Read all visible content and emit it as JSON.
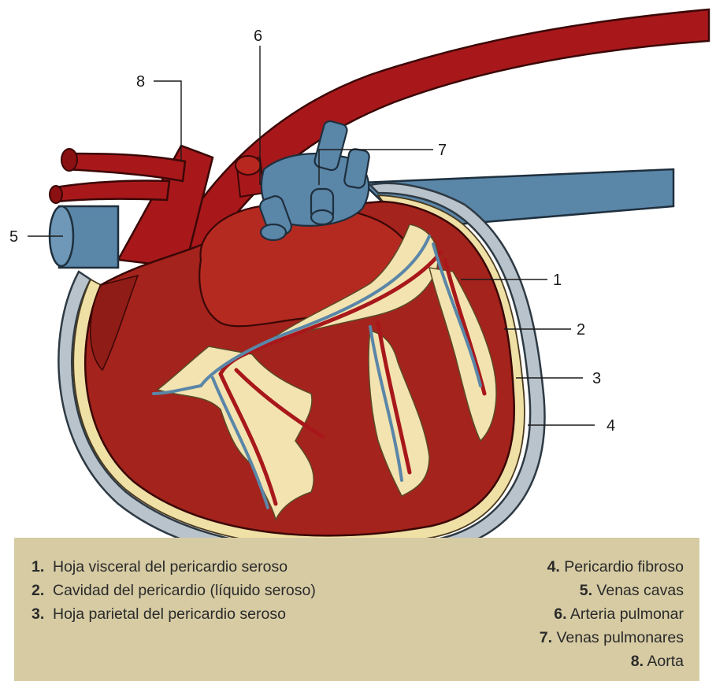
{
  "callouts": [
    {
      "num": "1"
    },
    {
      "num": "2"
    },
    {
      "num": "3"
    },
    {
      "num": "4"
    },
    {
      "num": "5"
    },
    {
      "num": "6"
    },
    {
      "num": "7"
    },
    {
      "num": "8"
    }
  ],
  "legend": {
    "left": [
      {
        "num": "1.",
        "text": "Hoja visceral del pericardio seroso"
      },
      {
        "num": "2.",
        "text": "Cavidad del pericardio (líquido seroso)"
      },
      {
        "num": "3.",
        "text": "Hoja parietal del pericardio seroso"
      }
    ],
    "right": [
      {
        "num": "4.",
        "text": "Pericardio fibroso"
      },
      {
        "num": "5.",
        "text": "Venas cavas"
      },
      {
        "num": "6.",
        "text": "Arteria pulmonar"
      },
      {
        "num": "7.",
        "text": "Venas pulmonares"
      },
      {
        "num": "8.",
        "text": "Aorta"
      }
    ]
  },
  "colors": {
    "muscle": "#a4231c",
    "muscle_dark": "#7e1712",
    "artery": "#a8181b",
    "vein": "#5a86a8",
    "fat": "#f3e3b0",
    "pericardium_fibrous": "#b9c3cb",
    "serous_layer": "#efe0a6",
    "legend_bg": "#d6cba3"
  }
}
